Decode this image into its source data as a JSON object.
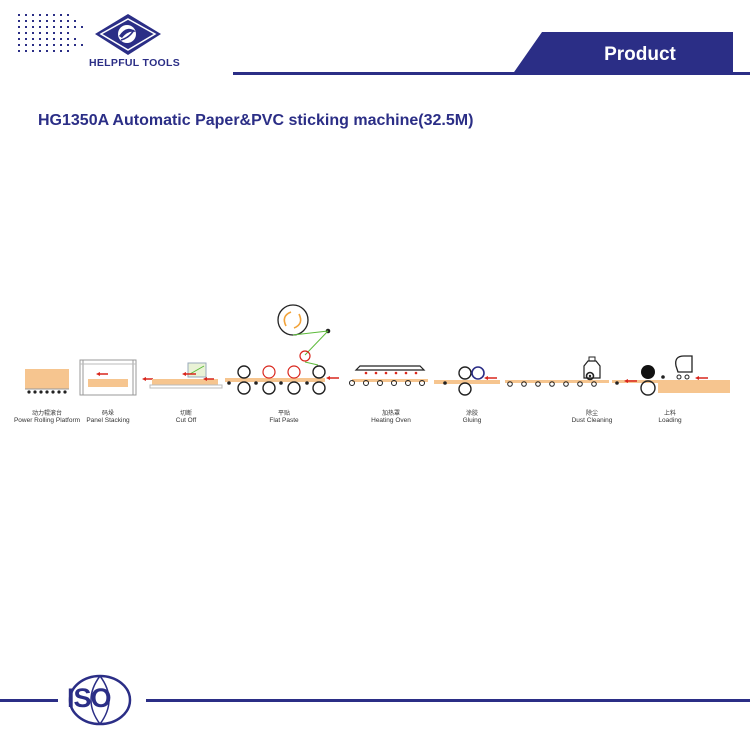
{
  "brand": {
    "name": "HELPFUL TOOLS",
    "navy": "#2b2e86",
    "orange": "#f6c58f",
    "red": "#d9261c",
    "green": "#5dbb3b"
  },
  "header": {
    "tab_label": "Product"
  },
  "title": "HG1350A Automatic Paper&PVC sticking machine(32.5M)",
  "stages": [
    {
      "cn": "动力辊滚台",
      "en": "Power Rolling Platform"
    },
    {
      "cn": "码垛",
      "en": "Panel Stacking"
    },
    {
      "cn": "切断",
      "en": "Cut Off"
    },
    {
      "cn": "平贴",
      "en": "Flat Paste"
    },
    {
      "cn": "加热罩",
      "en": "Heating Oven"
    },
    {
      "cn": "涂胶",
      "en": "Gluing"
    },
    {
      "cn": "除尘",
      "en": "Dust Cleaning"
    },
    {
      "cn": "上料",
      "en": "Loading"
    }
  ],
  "footer": {
    "badge": "ISO"
  }
}
